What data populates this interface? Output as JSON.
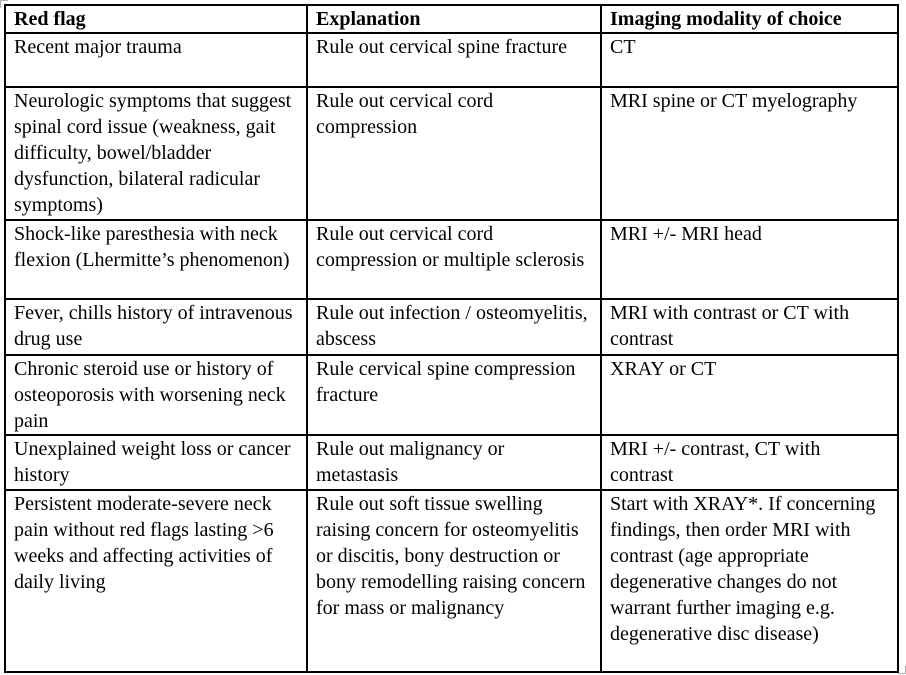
{
  "page": {
    "background_color": "#ffffff",
    "text_color": "#000000",
    "border_color": "#000000"
  },
  "table": {
    "headers": [
      "Red flag",
      "Explanation",
      "Imaging modality of choice"
    ],
    "rows": [
      {
        "red_flag": "Recent major trauma",
        "explanation": "Rule out cervical spine fracture",
        "imaging": "CT"
      },
      {
        "red_flag": "Neurologic symptoms that suggest spinal cord issue (weakness, gait difficulty, bowel/bladder dysfunction, bilateral radicular symptoms)",
        "explanation": "Rule out cervical cord compression",
        "imaging": "MRI spine or CT myelography"
      },
      {
        "red_flag": "Shock-like paresthesia with neck flexion (Lhermitte’s phenomenon)",
        "explanation": "Rule out cervical cord compression or multiple sclerosis",
        "imaging": "MRI +/- MRI head"
      },
      {
        "red_flag": "Fever, chills history of intravenous drug use",
        "explanation": "Rule out infection / osteomyelitis, abscess",
        "imaging": "MRI with contrast or CT with contrast"
      },
      {
        "red_flag": "Chronic steroid use or history of osteoporosis with worsening neck pain",
        "explanation": "Rule cervical spine compression fracture",
        "imaging": "XRAY or CT"
      },
      {
        "red_flag": "Unexplained weight loss or cancer history",
        "explanation": "Rule out malignancy or metastasis",
        "imaging": "MRI +/- contrast, CT with contrast"
      },
      {
        "red_flag": "Persistent moderate-severe neck pain without red flags lasting >6 weeks and affecting activities of daily living",
        "explanation": "Rule out soft tissue swelling raising concern for osteomyelitis or discitis, bony destruction or bony remodelling raising concern for mass or malignancy",
        "imaging": "Start with XRAY*. If concerning findings, then order MRI with contrast (age appropriate degenerative changes do not warrant further imaging e.g. degenerative disc disease)"
      }
    ]
  }
}
